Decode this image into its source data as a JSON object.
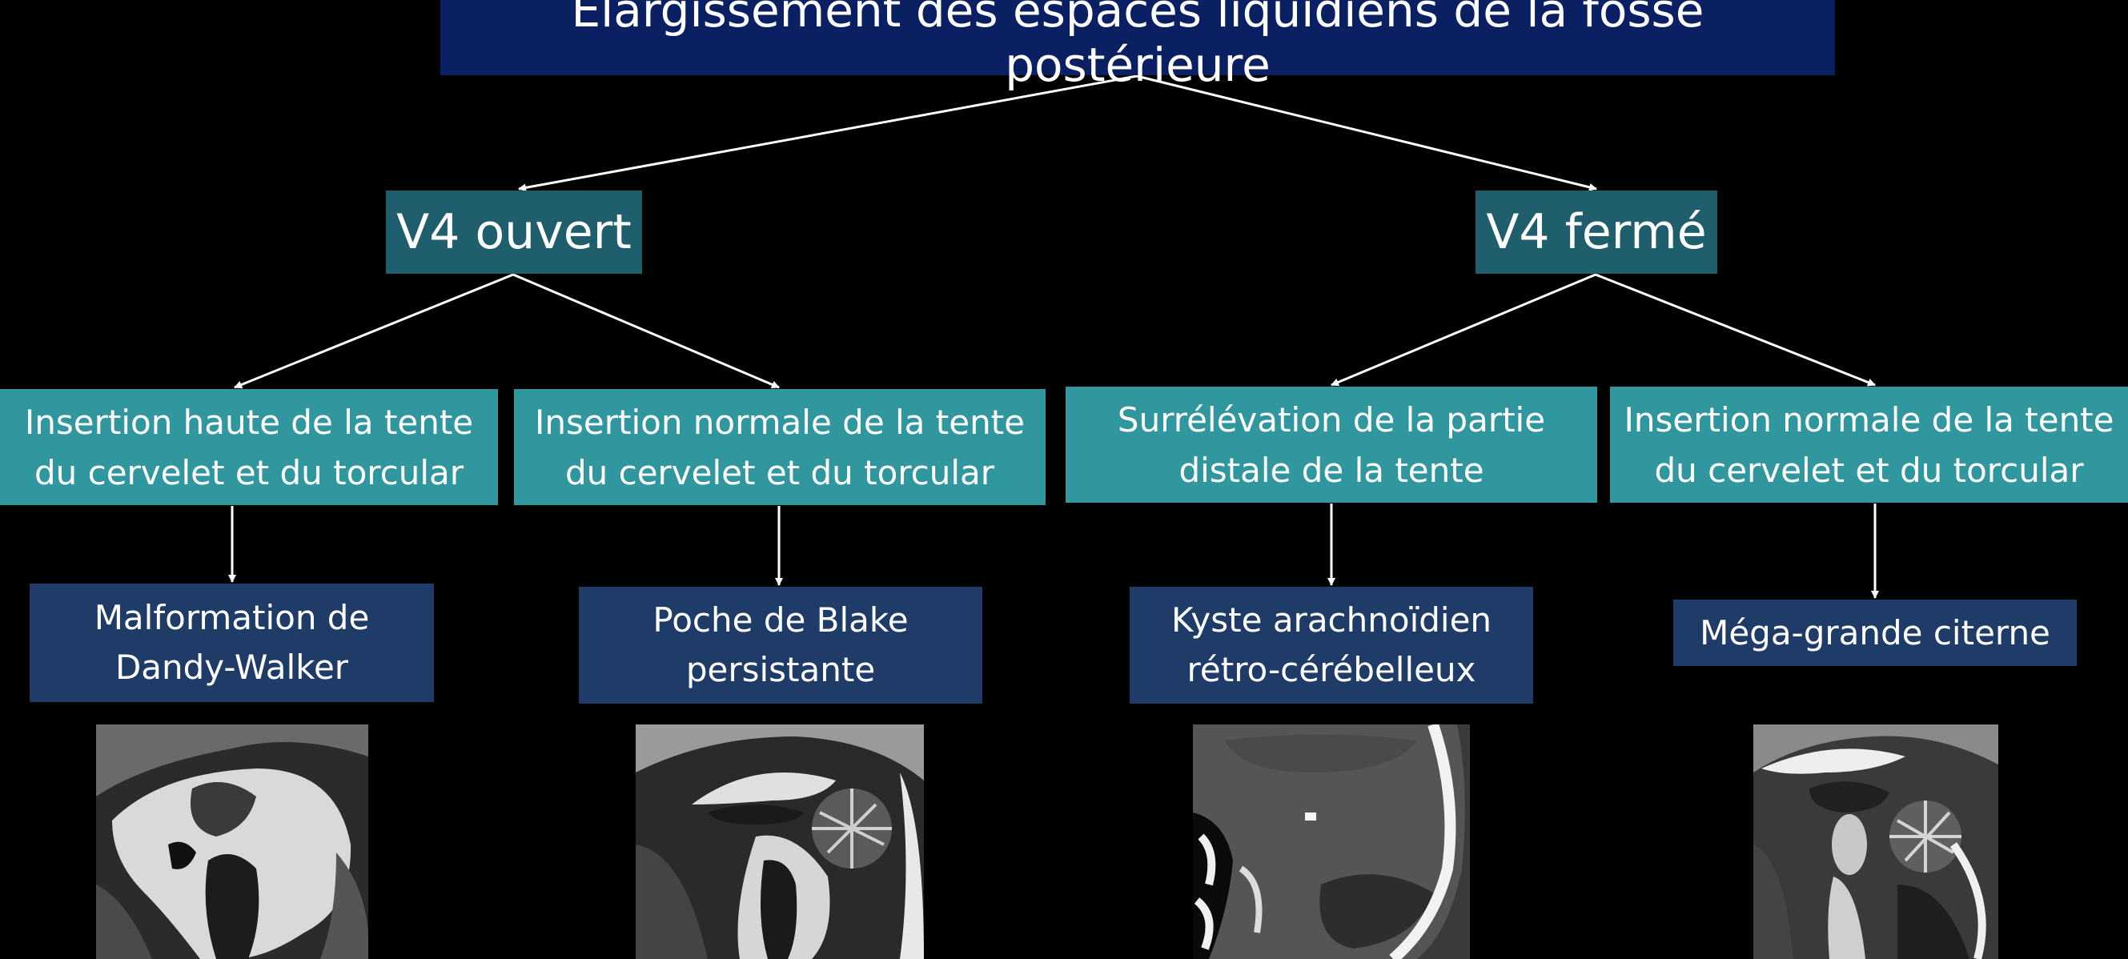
{
  "title": "Elargissement des espaces liquidiens de la fosse postérieure",
  "branches": {
    "open": "V4 ouvert",
    "closed": "V4 fermé"
  },
  "criteria": {
    "high_insertion": [
      "Insertion haute de la tente",
      "du cervelet et du torcular"
    ],
    "normal_insertion_open": [
      "Insertion normale de la tente",
      "du cervelet et du torcular"
    ],
    "distal_elevation": [
      "Surrélévation de la partie",
      "distale de la tente"
    ],
    "normal_insertion_closed": [
      "Insertion normale de la tente",
      "du cervelet et du torcular"
    ]
  },
  "diagnoses": {
    "dandy_walker": [
      "Malformation de",
      "Dandy-Walker"
    ],
    "blake_pouch": [
      "Poche de Blake",
      "persistante"
    ],
    "arachnoid_cyst": [
      "Kyste arachnoïdien",
      "rétro-cérébelleux"
    ],
    "mega_cisterna": [
      "Méga-grande citerne"
    ]
  },
  "colors": {
    "background": "#000000",
    "title_box": "#0b1f63",
    "branch_box": "#1f5e6c",
    "criteria_box": "#31979f",
    "diagnosis_box": "#1f3b68",
    "text": "#ffffff",
    "arrows": "#ffffff"
  }
}
